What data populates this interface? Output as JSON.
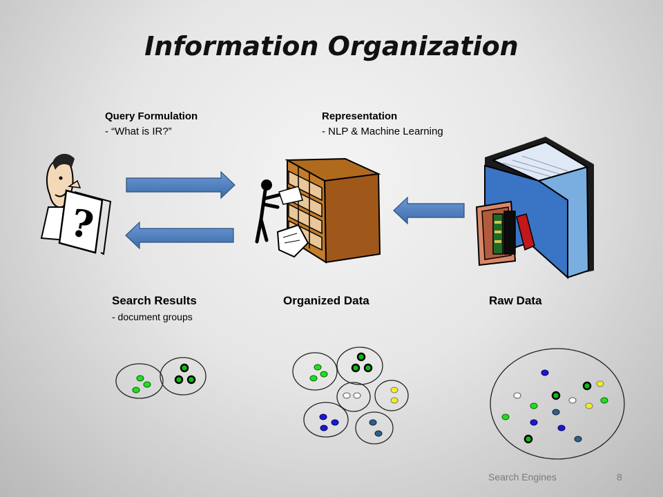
{
  "slide": {
    "title": "Information Organization"
  },
  "labels": {
    "query_heading": "Query Formulation",
    "query_detail": "- “What is IR?”",
    "repr_heading": "Representation",
    "repr_detail": "- NLP & Machine Learning",
    "search_results": "Search Results",
    "search_results_detail": "- document groups",
    "organized_data": "Organized Data",
    "raw_data": "Raw Data"
  },
  "footer": {
    "course": "Search Engines",
    "page_number": "8"
  },
  "icons": [
    "question-person-icon",
    "filing-cabinet-person-icon",
    "book-library-icon"
  ],
  "colors": {
    "arrow": "#4f81bd",
    "dot_green": "#22dd22",
    "dot_green_dark": "#00aa00",
    "dot_blue": "#1a1acc",
    "dot_steel": "#2f5f8a",
    "dot_yellow": "#f0f020",
    "dot_white": "#ffffff"
  }
}
